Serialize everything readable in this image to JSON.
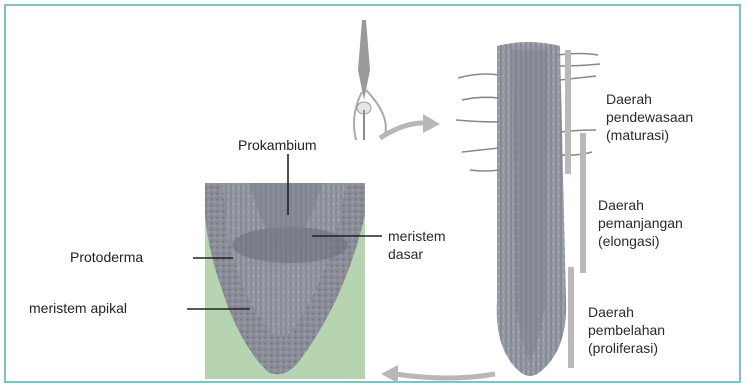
{
  "labels": {
    "prokambium": "Prokambium",
    "protoderma": "Protoderma",
    "meristem_apikal": "meristem apikal",
    "meristem_dasar": [
      "meristem",
      "dasar"
    ]
  },
  "zones": [
    {
      "lines": [
        "Daerah",
        "pendewasaan",
        "(maturasi)"
      ]
    },
    {
      "lines": [
        "Daerah",
        "pemanjangan",
        "(elongasi)"
      ]
    },
    {
      "lines": [
        "Daerah",
        "pembelahan",
        "(proliferasi)"
      ]
    }
  ],
  "colors": {
    "border": "#7fc4c2",
    "tissue": "#8c8f9a",
    "tissue_dark": "#5d6070",
    "background_green": "#b6d4b0",
    "zone_bar": "#b9b9b9",
    "arrow": "#b7b7b7"
  }
}
